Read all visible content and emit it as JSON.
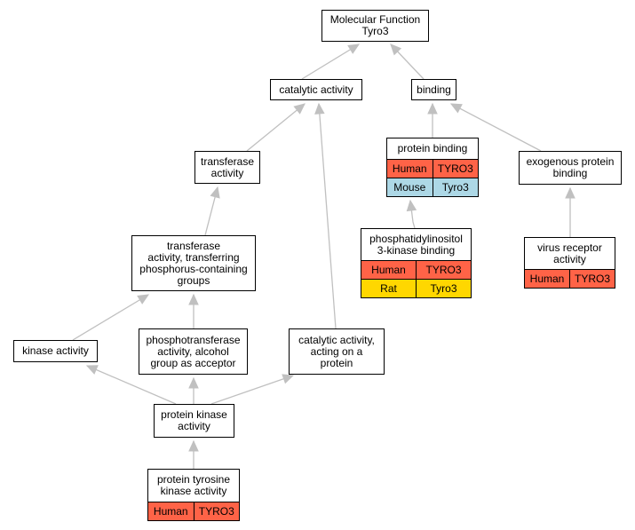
{
  "colors": {
    "edge": "#c0c0c0",
    "human": "#ff6347",
    "mouse": "#add8e6",
    "rat": "#ffd700"
  },
  "nodes": {
    "mf_tyro3": {
      "label": "Molecular Function\nTyro3"
    },
    "catalytic_activity": {
      "label": "catalytic activity"
    },
    "binding": {
      "label": "binding"
    },
    "transferase_activity": {
      "label": "transferase\nactivity"
    },
    "protein_binding": {
      "label": "protein binding",
      "annotations": [
        {
          "species": "Human",
          "gene": "TYRO3"
        },
        {
          "species": "Mouse",
          "gene": "Tyro3"
        }
      ]
    },
    "exogenous_protein_binding": {
      "label": "exogenous protein\nbinding"
    },
    "transferase_phosphorus": {
      "label": "transferase\nactivity, transferring\nphosphorus-containing\ngroups"
    },
    "pi3k_binding": {
      "label": "phosphatidylinositol\n3-kinase binding",
      "annotations": [
        {
          "species": "Human",
          "gene": "TYRO3"
        },
        {
          "species": "Rat",
          "gene": "Tyro3"
        }
      ]
    },
    "virus_receptor": {
      "label": "virus receptor\nactivity",
      "annotations": [
        {
          "species": "Human",
          "gene": "TYRO3"
        }
      ]
    },
    "kinase_activity": {
      "label": "kinase activity"
    },
    "phosphotransferase": {
      "label": "phosphotransferase\nactivity, alcohol\ngroup as acceptor"
    },
    "catalytic_on_protein": {
      "label": "catalytic activity,\nacting on a\nprotein"
    },
    "protein_kinase": {
      "label": "protein kinase\nactivity"
    },
    "ptk_activity": {
      "label": "protein tyrosine\nkinase activity",
      "annotations": [
        {
          "species": "Human",
          "gene": "TYRO3"
        }
      ]
    }
  }
}
